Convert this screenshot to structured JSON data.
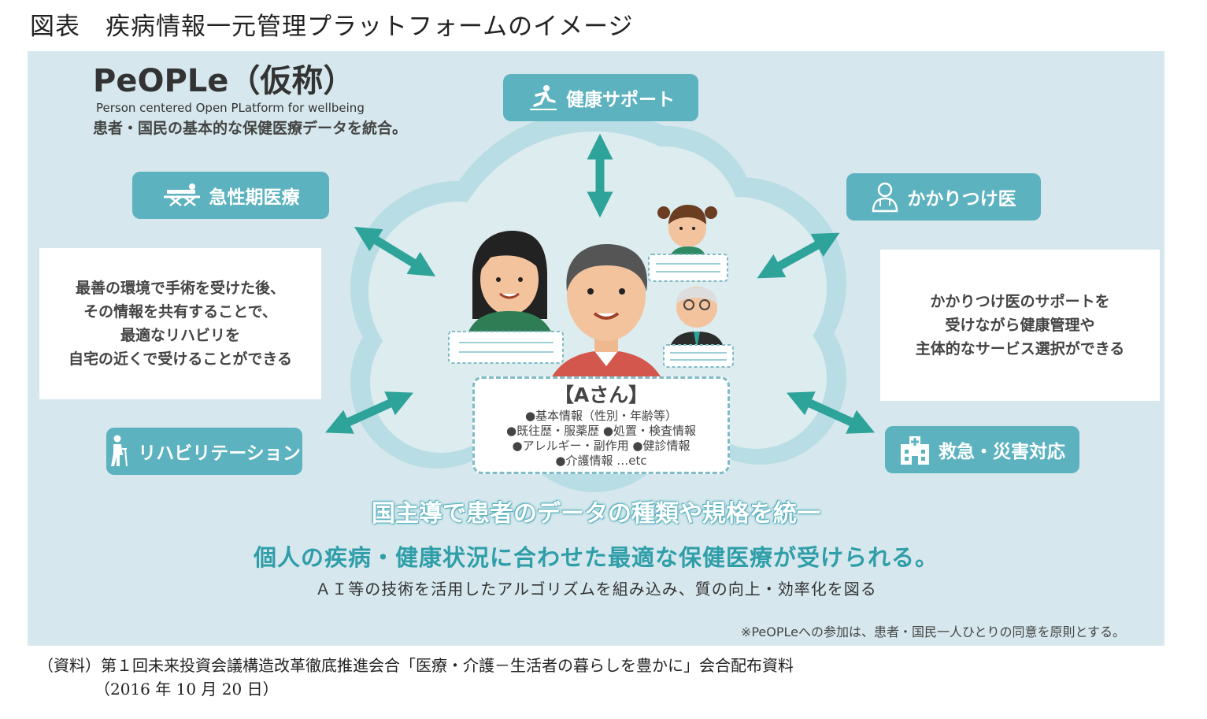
{
  "figure_title": "図表　疾病情報一元管理プラットフォームのイメージ",
  "brand": {
    "name": "PeOPLe（仮称）",
    "subtitle": "Person centered Open PLatform for wellbeing",
    "description": "患者・国民の基本的な保健医療データを統合。"
  },
  "categories": {
    "health_support": "健康サポート",
    "acute_care": "急性期医療",
    "family_doctor": "かかりつけ医",
    "rehabilitation": "リハビリテーション",
    "emergency": "救急・災害対応"
  },
  "left_box": {
    "lines": [
      "最善の環境で手術を受けた後、",
      "その情報を共有することで、",
      "最適なリハビリを",
      "自宅の近くで受けることができる"
    ]
  },
  "right_box": {
    "lines": [
      "かかりつけ医のサポートを",
      "受けながら健康管理や",
      "主体的なサービス選択ができる"
    ]
  },
  "info_card": {
    "title": "【Aさん】",
    "items": [
      "●基本情報（性別・年齢等）",
      "●既往歴・服薬歴 ●処置・検査情報",
      "●アレルギー・副作用 ●健診情報",
      "●介護情報 …etc"
    ]
  },
  "unify_text": "国主導で患者のデータの種類や規格を統一",
  "tagline": "個人の疾病・健康状況に合わせた最適な保健医療が受けられる。",
  "subtagline": "ＡＩ等の技術を活用したアルゴリズムを組み込み、質の向上・効率化を図る",
  "note": "※PeOPLeへの参加は、患者・国民一人ひとりの同意を原則とする。",
  "source": {
    "line1": "（資料）第１回未来投資会議構造改革徹底推進会合「医療・介護－生活者の暮らしを豊かに」会合配布資料",
    "line2": "（2016 年 10 月 20 日）"
  },
  "colors": {
    "panel_bg": "#d6e8ed",
    "accent_teal": "#5cb2bf",
    "arrow_teal": "#2ea39a",
    "tagline_teal": "#2f9ea9",
    "cloud_outline": "#b9dde4"
  }
}
